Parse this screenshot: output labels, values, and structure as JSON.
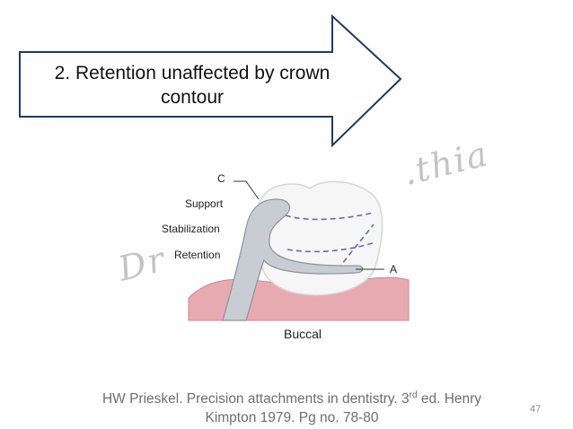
{
  "callout": {
    "line1": "2. Retention unaffected by crown",
    "line2": "contour",
    "border_color": "#1f3a60"
  },
  "watermark": {
    "left_text": "Dr",
    "right_text": ".thia"
  },
  "figure": {
    "labels": {
      "c": "C",
      "support": "Support",
      "stabilization": "Stabilization",
      "retention": "Retention",
      "a": "A",
      "buccal": "Buccal"
    }
  },
  "citation": {
    "part1": "HW Prieskel. Precision attachments in dentistry. 3",
    "sup": "rd",
    "part2": " ed. Henry",
    "line2": "Kimpton 1979. Pg no.  78-80"
  },
  "page_number": "47"
}
